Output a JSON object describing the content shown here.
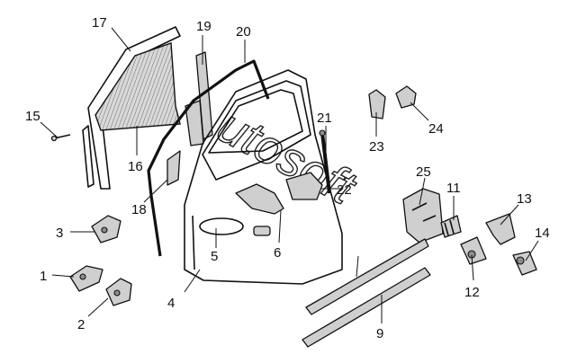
{
  "diagram": {
    "watermark": "utosoft",
    "callouts": [
      {
        "id": "c1",
        "text": "1"
      },
      {
        "id": "c2",
        "text": "2"
      },
      {
        "id": "c3",
        "text": "3"
      },
      {
        "id": "c4",
        "text": "4"
      },
      {
        "id": "c5",
        "text": "5"
      },
      {
        "id": "c6",
        "text": "6"
      },
      {
        "id": "c9",
        "text": "9"
      },
      {
        "id": "c11",
        "text": "11"
      },
      {
        "id": "c12",
        "text": "12"
      },
      {
        "id": "c13",
        "text": "13"
      },
      {
        "id": "c14",
        "text": "14"
      },
      {
        "id": "c15",
        "text": "15"
      },
      {
        "id": "c16",
        "text": "16"
      },
      {
        "id": "c17",
        "text": "17"
      },
      {
        "id": "c18",
        "text": "18"
      },
      {
        "id": "c19",
        "text": "19"
      },
      {
        "id": "c20",
        "text": "20"
      },
      {
        "id": "c21",
        "text": "21"
      },
      {
        "id": "c22",
        "text": "22"
      },
      {
        "id": "c23",
        "text": "23"
      },
      {
        "id": "c24",
        "text": "24"
      },
      {
        "id": "c25",
        "text": "25"
      }
    ]
  }
}
